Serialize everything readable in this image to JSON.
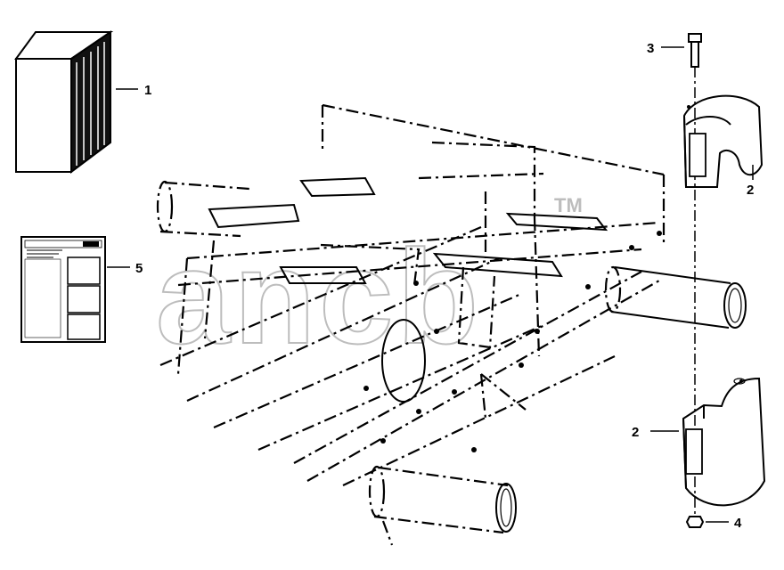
{
  "diagram": {
    "watermark": {
      "text": "ancb",
      "trademark": "TM"
    },
    "callouts": [
      {
        "id": "1",
        "label": "1",
        "part": "manual-binder"
      },
      {
        "id": "5",
        "label": "5",
        "part": "decal-sheet"
      },
      {
        "id": "3",
        "label": "3",
        "part": "bolt"
      },
      {
        "id": "2a",
        "label": "2",
        "part": "upper-bearing-cap"
      },
      {
        "id": "2b",
        "label": "2",
        "part": "lower-bearing-cap"
      },
      {
        "id": "4",
        "label": "4",
        "part": "nut"
      }
    ]
  }
}
